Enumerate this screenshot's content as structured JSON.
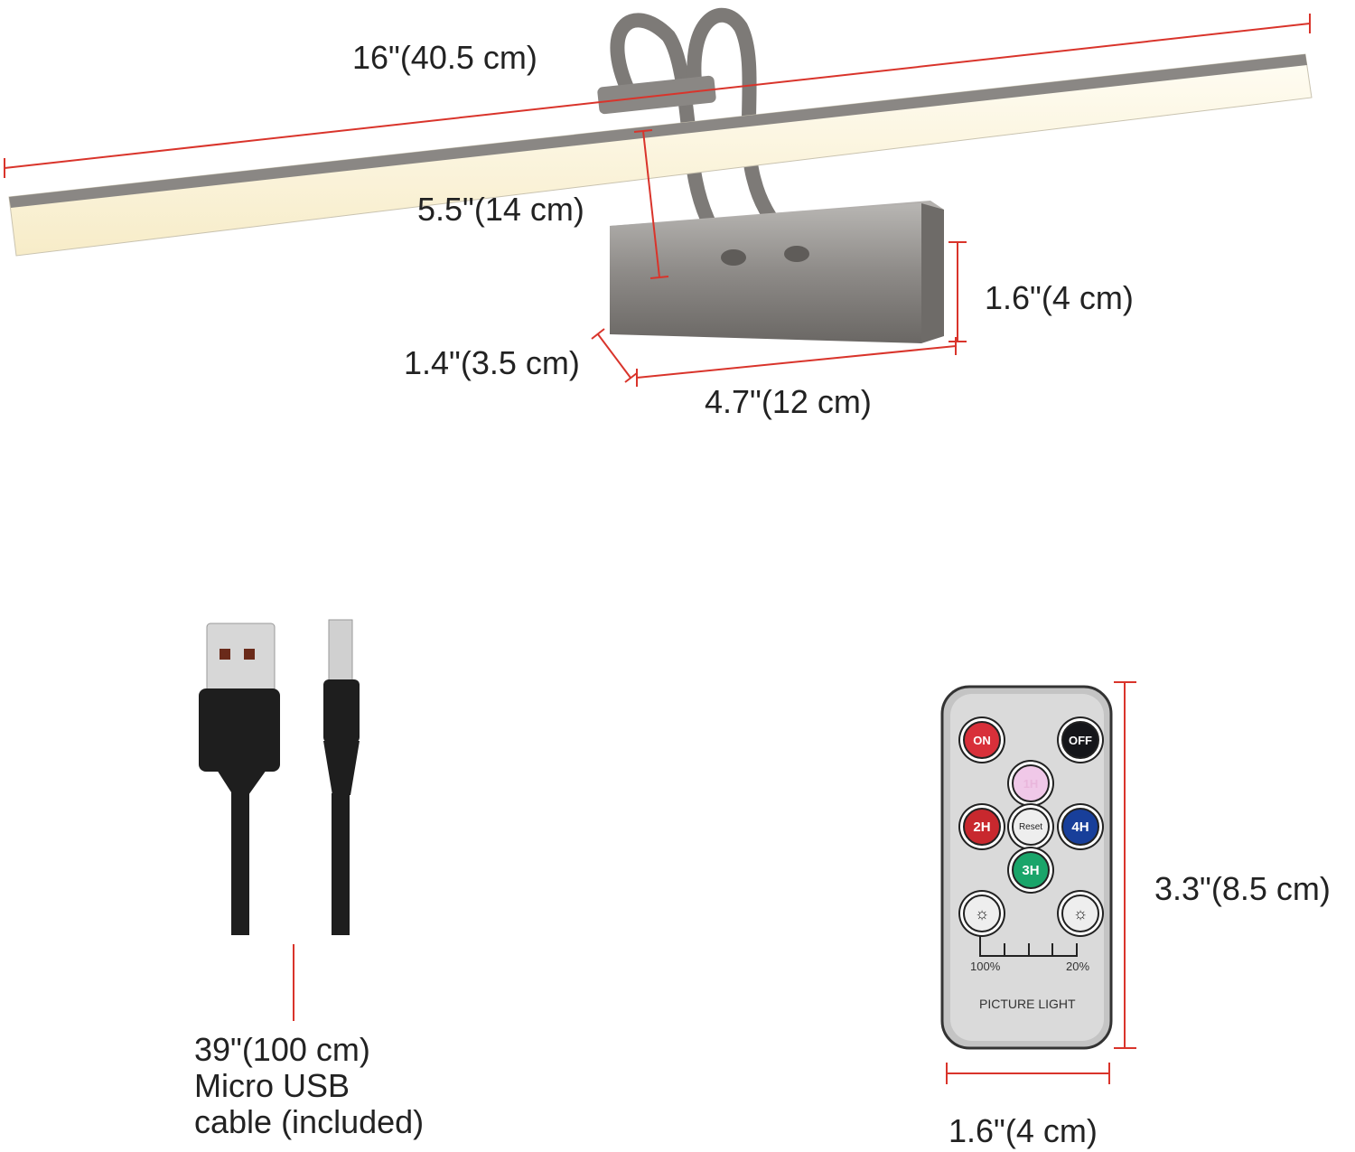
{
  "dimensions": {
    "bar_length": "16\"(40.5 cm)",
    "arm_height": "5.5\"(14 cm)",
    "base_height": "1.6\"(4 cm)",
    "base_depth": "1.4\"(3.5 cm)",
    "base_width": "4.7\"(12 cm)",
    "remote_height": "3.3\"(8.5 cm)",
    "remote_width": "1.6\"(4 cm)"
  },
  "cable": {
    "lines": [
      "39\"(100 cm)",
      "Micro USB",
      "cable (included)"
    ]
  },
  "remote": {
    "buttons": {
      "on": "ON",
      "off": "OFF",
      "h1": "1H",
      "h2": "2H",
      "reset": "Reset",
      "h4": "4H",
      "h3": "3H"
    },
    "scale_left": "100%",
    "scale_right": "20%",
    "label": "PICTURE LIGHT"
  },
  "colors": {
    "dimension_line": "#d9342b",
    "metal": "#8a8784",
    "light": "#fff6dc",
    "on": "#d8303a",
    "off": "#15161a",
    "h1": "#f0c8e8",
    "h2": "#c8282e",
    "h3": "#1aa56a",
    "h4": "#183f9a"
  }
}
